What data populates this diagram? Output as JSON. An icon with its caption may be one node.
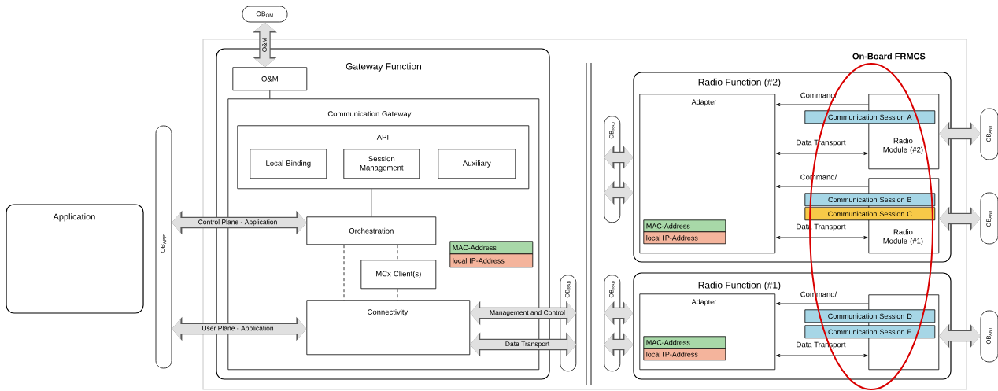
{
  "diagram": {
    "nodes": [
      {
        "text": [
          "OB$_{OM}$"
        ]
      },
      {
        "text": [
          "On-Board FRMCS"
        ]
      },
      {
        "text": [
          "Gateway Function"
        ],
        "in": 1
      },
      {
        "text": [
          "O&M"
        ],
        "in": 2
      },
      {
        "text": [
          "Communication Gateway"
        ],
        "in": 2
      },
      {
        "text": [
          "API"
        ],
        "in": 4
      },
      {
        "text": [
          "Local Binding"
        ],
        "in": 5
      },
      {
        "text": [
          "Session Management"
        ],
        "in": 5
      },
      {
        "text": [
          "Auxiliary"
        ],
        "in": 5
      },
      {
        "text": [
          "Orchestration"
        ],
        "in": 4
      },
      {
        "text": [
          "MCx Client(s)"
        ],
        "in": 4
      },
      {
        "text": [
          "Connectivity"
        ],
        "in": 4
      },
      {
        "text": [
          "MAC-Address"
        ],
        "in": 4
      },
      {
        "text": [
          "local IP-Address"
        ],
        "in": 4
      },
      {
        "text": [
          "Application"
        ]
      },
      {
        "text": [
          "OB$_{APP}$"
        ]
      },
      {
        "text": [
          "OB$_{RAD}$"
        ],
        "in": 1
      },
      {
        "text": [
          "OB$_{RAD}$"
        ],
        "in": 1
      },
      {
        "text": [
          "OB$_{RAD}$"
        ],
        "in": 1
      },
      {
        "text": [
          "Radio Function (#2)"
        ],
        "in": 1
      },
      {
        "text": [
          "Adapter"
        ],
        "in": 19
      },
      {
        "text": [
          "MAC-Address"
        ],
        "in": 20
      },
      {
        "text": [
          "local IP-Address"
        ],
        "in": 20
      },
      {
        "text": [
          "Radio Module (#2)"
        ],
        "in": 19
      },
      {
        "text": [
          "Radio Module (#1)"
        ],
        "in": 19
      },
      {
        "text": [
          "Communication Session A"
        ],
        "in": 19
      },
      {
        "text": [
          "Communication Session B"
        ],
        "in": 19
      },
      {
        "text": [
          "Communication Session C"
        ],
        "in": 19
      },
      {
        "text": [
          "Radio Function (#1)"
        ],
        "in": 1
      },
      {
        "text": [
          "Adapter"
        ],
        "in": 28
      },
      {
        "text": [
          "MAC-Address"
        ],
        "in": 29
      },
      {
        "text": [
          "local IP-Address"
        ],
        "in": 29
      },
      {
        "text": [],
        "shape": "box",
        "in": 28
      },
      {
        "text": [
          "Communication Session D"
        ],
        "in": 28
      },
      {
        "text": [
          "Communication Session E"
        ],
        "in": 28
      },
      {
        "text": [
          "OB$_{ANT}$"
        ]
      },
      {
        "text": [
          "OB$_{ANT}$"
        ]
      },
      {
        "text": [
          "OB$_{ANT}$"
        ]
      }
    ],
    "edges": [
      {
        "from": 0,
        "to": 3,
        "arrow": "both",
        "label": "O&M"
      },
      {
        "from": 15,
        "to": 9,
        "arrow": "both",
        "label": "Control Plane - Application"
      },
      {
        "from": 15,
        "to": 11,
        "arrow": "both",
        "label": "User Plane - Application"
      },
      {
        "from": 3,
        "to": 4,
        "arrow": "none",
        "color": "#000000"
      },
      {
        "from": 5,
        "to": 9,
        "arrow": "none",
        "color": "#000000"
      },
      {
        "from": 9,
        "to": 11,
        "arrow": "none",
        "style": "dashed",
        "color": "#000000"
      },
      {
        "from": 9,
        "to": 10,
        "arrow": "none",
        "style": "dashed",
        "color": "#000000"
      },
      {
        "from": 10,
        "to": 11,
        "arrow": "none",
        "style": "dashed",
        "color": "#000000"
      },
      {
        "from": 11,
        "to": 16,
        "arrow": "both",
        "label": "Management and Control"
      },
      {
        "from": 11,
        "to": 16,
        "arrow": "both",
        "label": "Data Transport"
      },
      {
        "from": 17,
        "to": 19,
        "arrow": "both"
      },
      {
        "from": 17,
        "to": 19,
        "arrow": "both"
      },
      {
        "from": 18,
        "to": 28,
        "arrow": "both"
      },
      {
        "from": 18,
        "to": 28,
        "arrow": "both"
      },
      {
        "from": 23,
        "to": 20,
        "arrow": "to",
        "label": "Command/",
        "color": "#000000"
      },
      {
        "from": 20,
        "to": 23,
        "arrow": "both",
        "label": "Data Transport",
        "color": "#000000"
      },
      {
        "from": 24,
        "to": 20,
        "arrow": "to",
        "label": "Command/",
        "color": "#000000"
      },
      {
        "from": 20,
        "to": 24,
        "arrow": "both",
        "label": "Data Transport",
        "color": "#000000"
      },
      {
        "from": 32,
        "to": 29,
        "arrow": "to",
        "label": "Command/",
        "color": "#000000"
      },
      {
        "from": 29,
        "to": 32,
        "arrow": "both",
        "label": "Data Transport",
        "color": "#000000"
      },
      {
        "from": 23,
        "to": 35,
        "arrow": "both"
      },
      {
        "from": 24,
        "to": 36,
        "arrow": "both"
      },
      {
        "from": 32,
        "to": 37,
        "arrow": "both"
      }
    ]
  }
}
